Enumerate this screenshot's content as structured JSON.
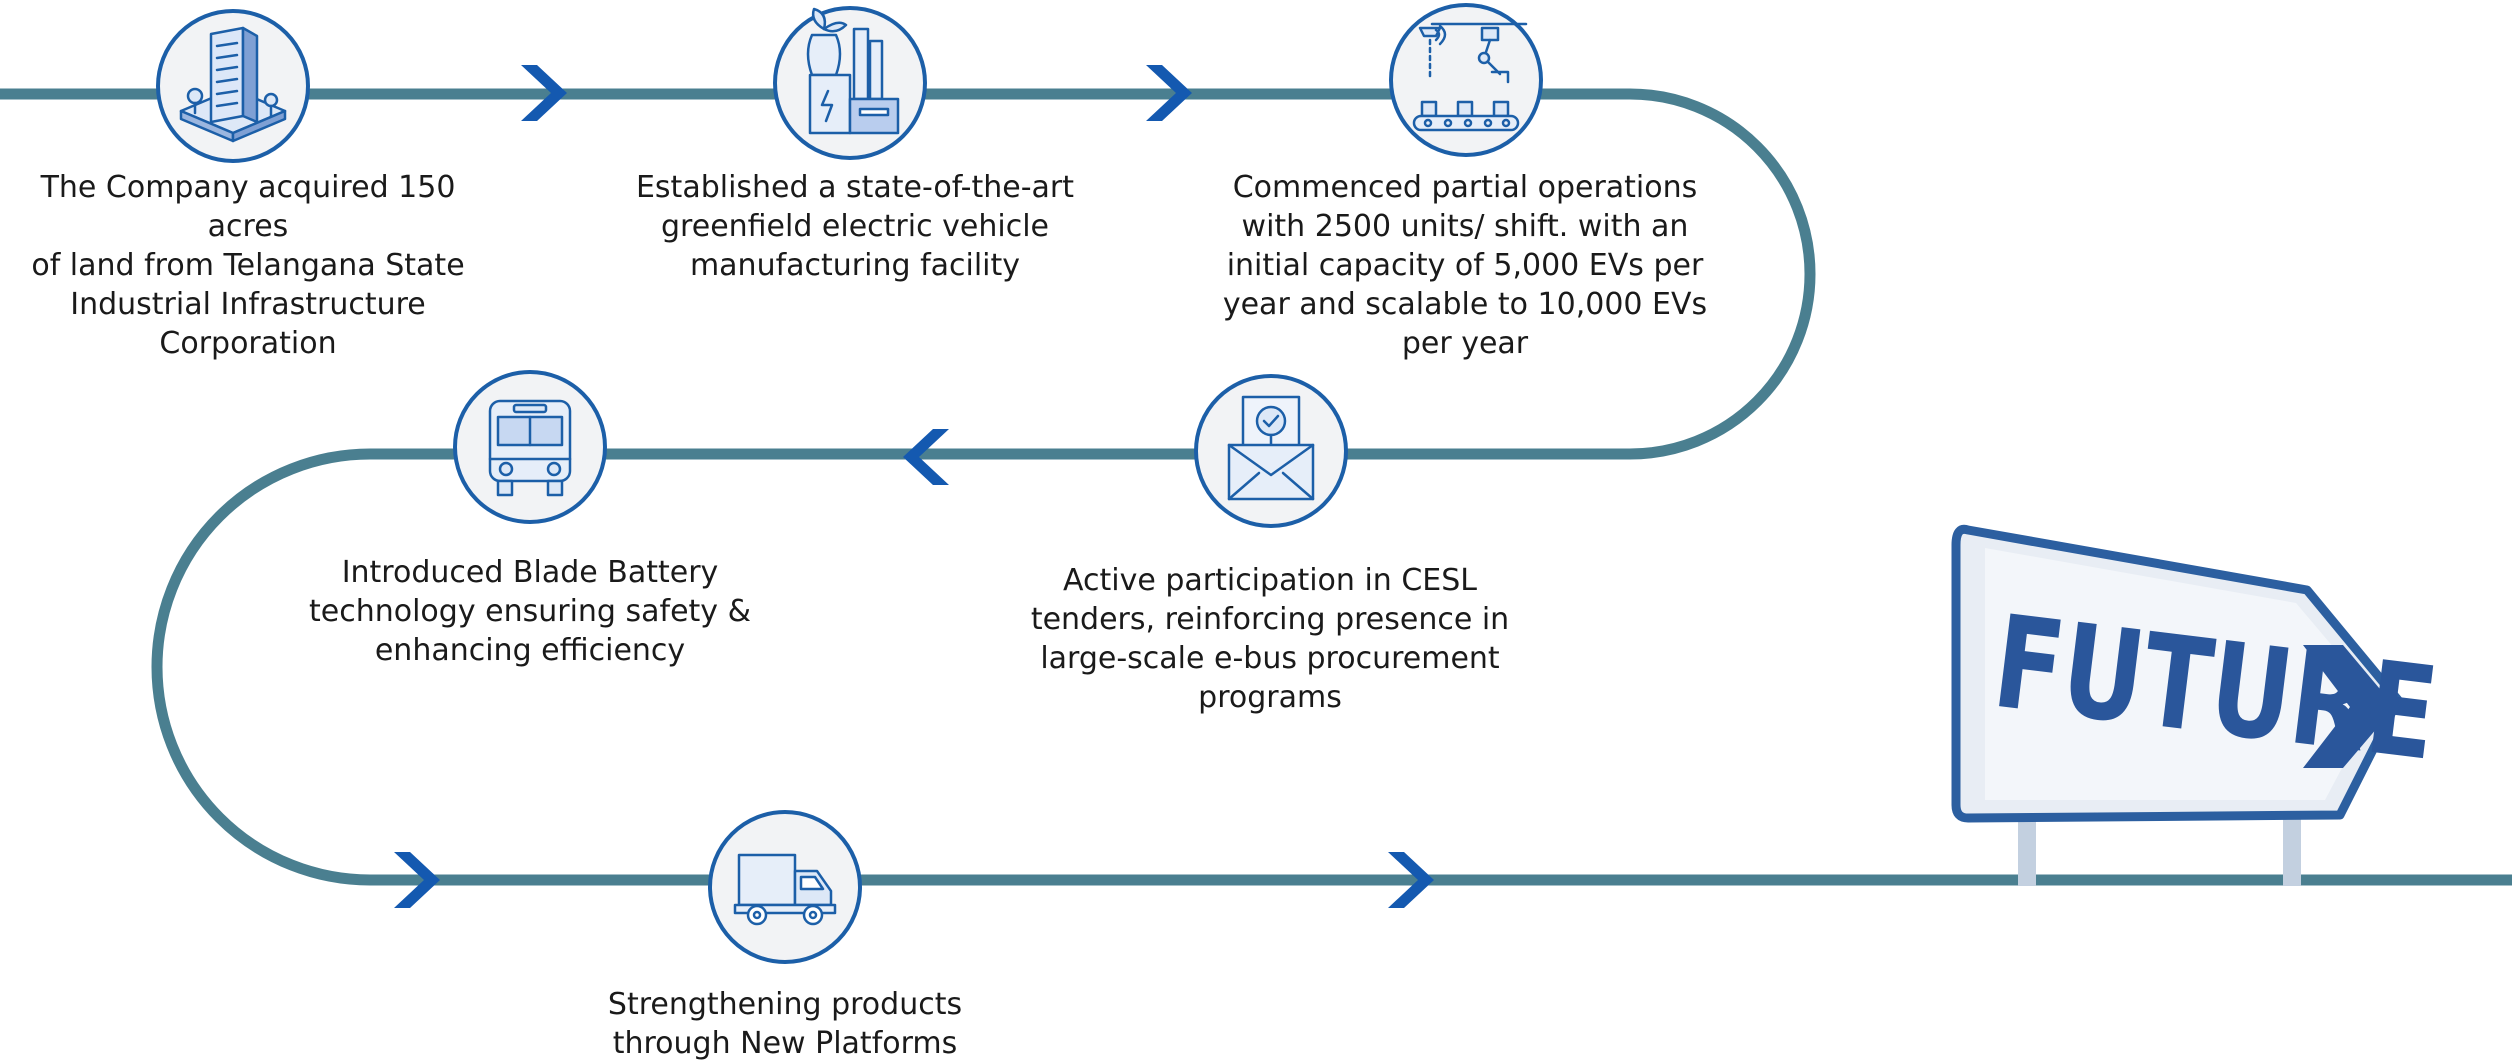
{
  "colors": {
    "path": "#4a7f90",
    "chevron": "#1459b0",
    "icon_stroke": "#1c5fa8",
    "circle_fill": "#f2f3f5",
    "sign_text": "#2a569b"
  },
  "steps": [
    {
      "text": "The Company acquired 150 acres\nof land from Telangana State\nIndustrial Infrastructure\nCorporation",
      "icon": "building-icon"
    },
    {
      "text": "Established a state-of-the-art\ngreenfield electric vehicle\nmanufacturing facility",
      "icon": "factory-icon"
    },
    {
      "text": "Commenced partial operations\nwith 2500 units/ shift. with an\ninitial capacity of 5,000 EVs per\nyear and scalable to 10,000 EVs\nper year",
      "icon": "assembly-line-icon"
    },
    {
      "text": "Active participation in CESL\ntenders, reinforcing presence in\nlarge-scale e-bus procurement\nprograms",
      "icon": "envelope-approval-icon"
    },
    {
      "text": "Introduced Blade Battery\ntechnology ensuring safety &\nenhancing efficiency",
      "icon": "bus-icon"
    },
    {
      "text": "Strengthening products\nthrough New Platforms",
      "icon": "truck-icon"
    }
  ],
  "sign": {
    "label": "FUTURE",
    "icon": "chevron-right-icon"
  }
}
